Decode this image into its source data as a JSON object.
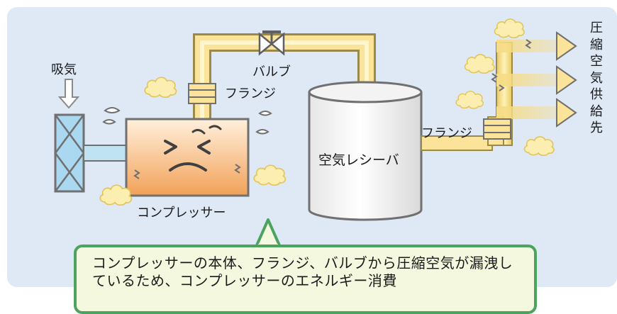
{
  "labels": {
    "intake": "吸気",
    "valve": "バルブ",
    "flange_left": "フランジ",
    "flange_right": "フランジ",
    "receiver": "空気レシーバ",
    "compressor": "コンプレッサー",
    "destination": "圧縮空気供給先"
  },
  "callout": {
    "text": "コンプレッサーの本体、フランジ、バルブから圧縮空気が漏洩しているため、コンプレッサーのエネルギー消費"
  },
  "colors": {
    "background": "#dfe8f5",
    "pipe": "#fbe49a",
    "compressor_top": "#fde7c9",
    "compressor_bottom": "#f3a75f",
    "filter": "#a9d8f0",
    "leak_cloud": "#fbeeb0",
    "callout_border": "#4ba35f",
    "callout_fill": "#f4f8df"
  }
}
